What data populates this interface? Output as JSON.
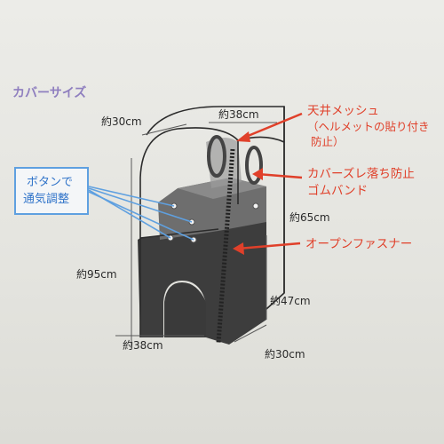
{
  "title": "カバーサイズ",
  "dimensions": {
    "top_left_depth": "約30cm",
    "top_width": "約38cm",
    "upper_height": "約65cm",
    "total_height": "約95cm",
    "lower_height": "約47cm",
    "bottom_width": "約38cm",
    "bottom_depth": "約30cm"
  },
  "callouts": {
    "roof_mesh": [
      "天井メッシュ",
      "（ヘルメットの貼り付き",
      "防止）"
    ],
    "rubber_band": [
      "カバーズレ落ち防止",
      "ゴムバンド"
    ],
    "zipper": "オープンファスナー",
    "vent_button": [
      "ボタンで",
      "通気調整"
    ]
  },
  "colors": {
    "callout_red": "#e0402a",
    "button_label_blue": "#2f73c9",
    "title_purple": "#8f7fbf",
    "cover_body": "#3d3d3d"
  }
}
